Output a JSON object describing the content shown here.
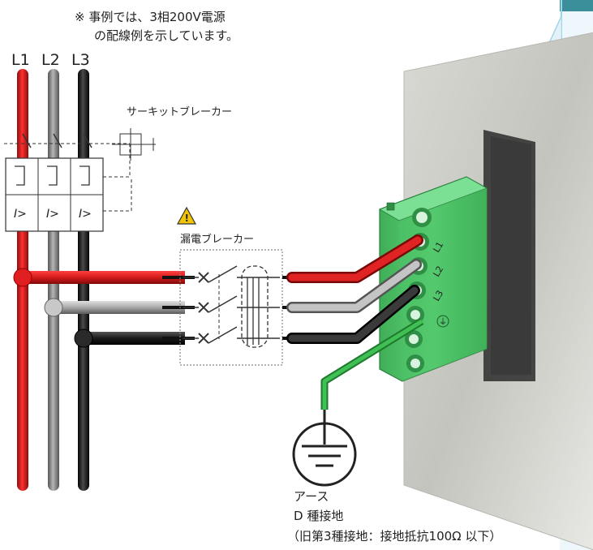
{
  "note": {
    "line1": "※ 事例では、3相200V電源",
    "line2": "の配線例を示しています。"
  },
  "phases": {
    "l1": "L1",
    "l2": "L2",
    "l3": "L3"
  },
  "circuit_breaker": {
    "label": "サーキットブレーカー",
    "trip_symbols": [
      "I>",
      "I>",
      "I>"
    ]
  },
  "earth_leakage_breaker": {
    "label": "漏電ブレーカー",
    "warning_icon": "warning-triangle-icon"
  },
  "terminal": {
    "pins": [
      "L1",
      "L2",
      "L3",
      "⏚"
    ]
  },
  "ground": {
    "line1": "アース",
    "line2": "D 種接地",
    "line3": "（旧第3種接地：接地抵抗100Ω 以下）"
  },
  "colors": {
    "l1_wire": "#d41a1a",
    "l2_wire": "#8a8a8a",
    "l3_wire": "#1a1a1a",
    "ground_wire": "#2e9a3a",
    "terminal_green": "#4ec36a",
    "callout_fill": "#eef7fb",
    "callout_border": "#9fd4ea",
    "header_teal": "#3a8f9a"
  }
}
